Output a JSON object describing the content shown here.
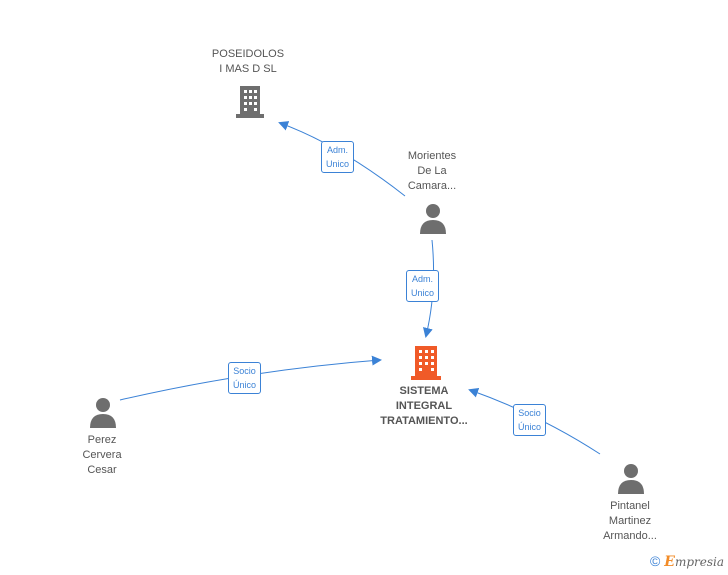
{
  "nodes": {
    "poseidolos": {
      "label": "POSEIDOLOS\nI MAS D SL",
      "icon": "building-icon"
    },
    "morientes": {
      "label": "Morientes\nDe La\nCamara...",
      "icon": "person-icon"
    },
    "sistema": {
      "label": "SISTEMA\nINTEGRAL\nTRATAMIENTO...",
      "icon": "building-icon"
    },
    "perez": {
      "label": "Perez\nCervera\nCesar",
      "icon": "person-icon"
    },
    "pintanel": {
      "label": "Pintanel\nMartinez\nArmando...",
      "icon": "person-icon"
    }
  },
  "edges": {
    "e1": {
      "label": "Adm.\nUnico"
    },
    "e2": {
      "label": "Adm.\nUnico"
    },
    "e3": {
      "label": "Socio\nÚnico"
    },
    "e4": {
      "label": "Socio\nÚnico"
    }
  },
  "footer": {
    "copyright": "©",
    "brand_initial": "E",
    "brand_rest": "mpresia"
  },
  "colors": {
    "edge": "#3b82d6",
    "main_building": "#f05a28",
    "building": "#6e6e6e",
    "person": "#6e6e6e"
  }
}
